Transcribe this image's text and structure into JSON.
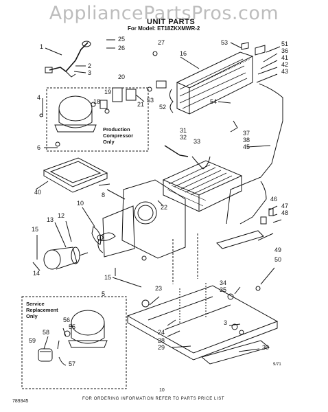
{
  "watermark": "AppliancePartsPros.com",
  "header": {
    "title": "UNIT PARTS",
    "model_line": "For Model: ET18ZKXMWR-2"
  },
  "notes": {
    "production_line1": "Production",
    "production_line2": "Compressor",
    "production_line3": "Only",
    "service_line1": "Service",
    "service_line2": "Replacement",
    "service_line3": "Only"
  },
  "callouts": {
    "c1": "1",
    "c2": "2",
    "c3": "3",
    "c4": "4",
    "c5": "5",
    "c6": "6",
    "c8": "8",
    "c10": "10",
    "c12": "12",
    "c13": "13",
    "c14": "14",
    "c15a": "15",
    "c15b": "15",
    "c16": "16",
    "c18": "18",
    "c19": "19",
    "c20": "20",
    "c21": "21",
    "c22": "22",
    "c23": "23",
    "c24": "24",
    "c25": "25",
    "c26": "26",
    "c27": "27",
    "c28": "28",
    "c29": "29",
    "c30": "30",
    "c31": "31",
    "c32": "32",
    "c33": "33",
    "c34": "34",
    "c35": "35",
    "c36": "36",
    "c37": "37",
    "c38": "38",
    "c40": "40",
    "c41": "41",
    "c42": "42",
    "c43": "43",
    "c45": "45",
    "c46": "46",
    "c47": "47",
    "c48": "48",
    "c49": "49",
    "c50": "50",
    "c51": "51",
    "c52": "52",
    "c53a": "53",
    "c53b": "53",
    "c54": "54",
    "c55": "55",
    "c56": "56",
    "c57": "57",
    "c58": "58",
    "c59": "59",
    "c3b": "3"
  },
  "footer": {
    "ordering": "FOR ORDERING INFORMATION REFER TO PARTS PRICE LIST",
    "page": "10",
    "code": "789345",
    "date": "9/71"
  }
}
